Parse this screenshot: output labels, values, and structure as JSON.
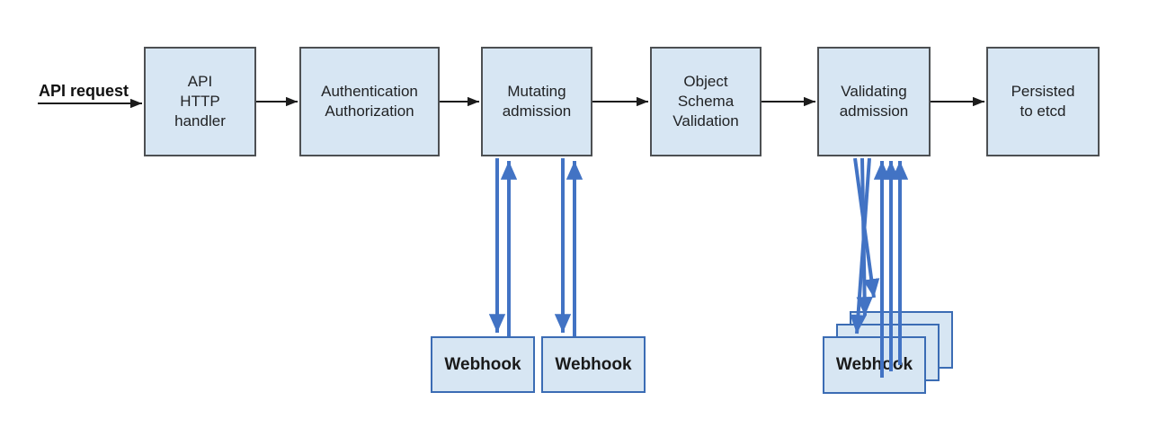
{
  "diagram": {
    "kind": "kubernetes-admission-control-flow",
    "background": "#ffffff"
  },
  "colors": {
    "box_fill": "#d7e6f3",
    "stage_border": "#4d5053",
    "webhook_border": "#3b6cb4",
    "arrow_black": "#1c1c1c",
    "arrow_blue": "#4273c4",
    "text": "#212325"
  },
  "flow": {
    "input_label": "API request",
    "stages": [
      {
        "id": "api-http-handler",
        "label": "API\nHTTP\nhandler"
      },
      {
        "id": "authentication-authorization",
        "label": "Authentication\nAuthorization"
      },
      {
        "id": "mutating-admission",
        "label": "Mutating\nadmission"
      },
      {
        "id": "object-schema-validation",
        "label": "Object\nSchema\nValidation"
      },
      {
        "id": "validating-admission",
        "label": "Validating\nadmission"
      },
      {
        "id": "persisted-to-etcd",
        "label": "Persisted\nto etcd"
      }
    ],
    "webhooks": {
      "mutating": [
        {
          "label": "Webhook"
        },
        {
          "label": "Webhook"
        }
      ],
      "validating_stack": [
        {
          "label": "Webhook"
        },
        {
          "label": "Webhook"
        },
        {
          "label": "Webhook"
        }
      ]
    }
  }
}
